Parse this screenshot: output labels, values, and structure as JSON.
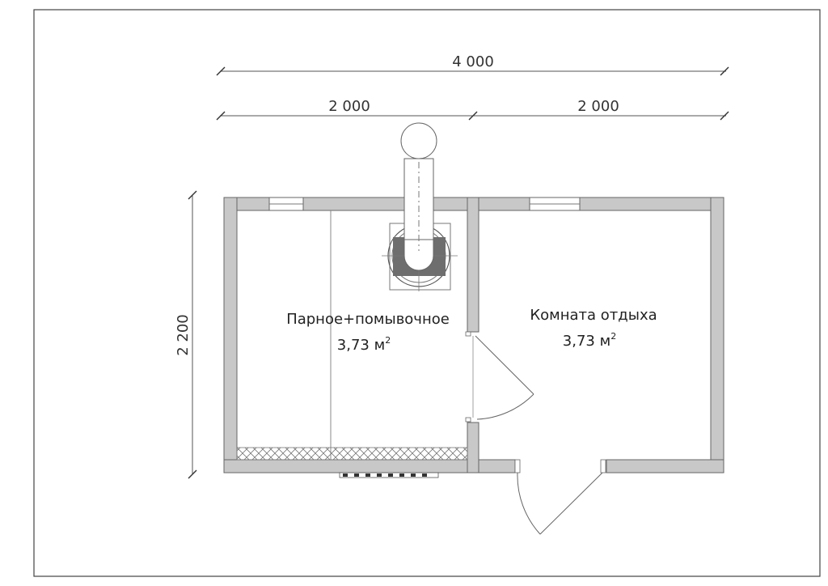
{
  "dimensions": {
    "total_width": "4 000",
    "left_width": "2 000",
    "right_width": "2 000",
    "height": "2 200"
  },
  "rooms": [
    {
      "name": "Парное+помывочное",
      "area": "3,73 м",
      "area_sup": "2"
    },
    {
      "name": "Комната отдыха",
      "area": "3,73 м",
      "area_sup": "2"
    }
  ],
  "colors": {
    "wall": "#c8c8c8",
    "wall_stroke": "#666666",
    "line": "#555555",
    "stove": "#6e6e6e"
  }
}
